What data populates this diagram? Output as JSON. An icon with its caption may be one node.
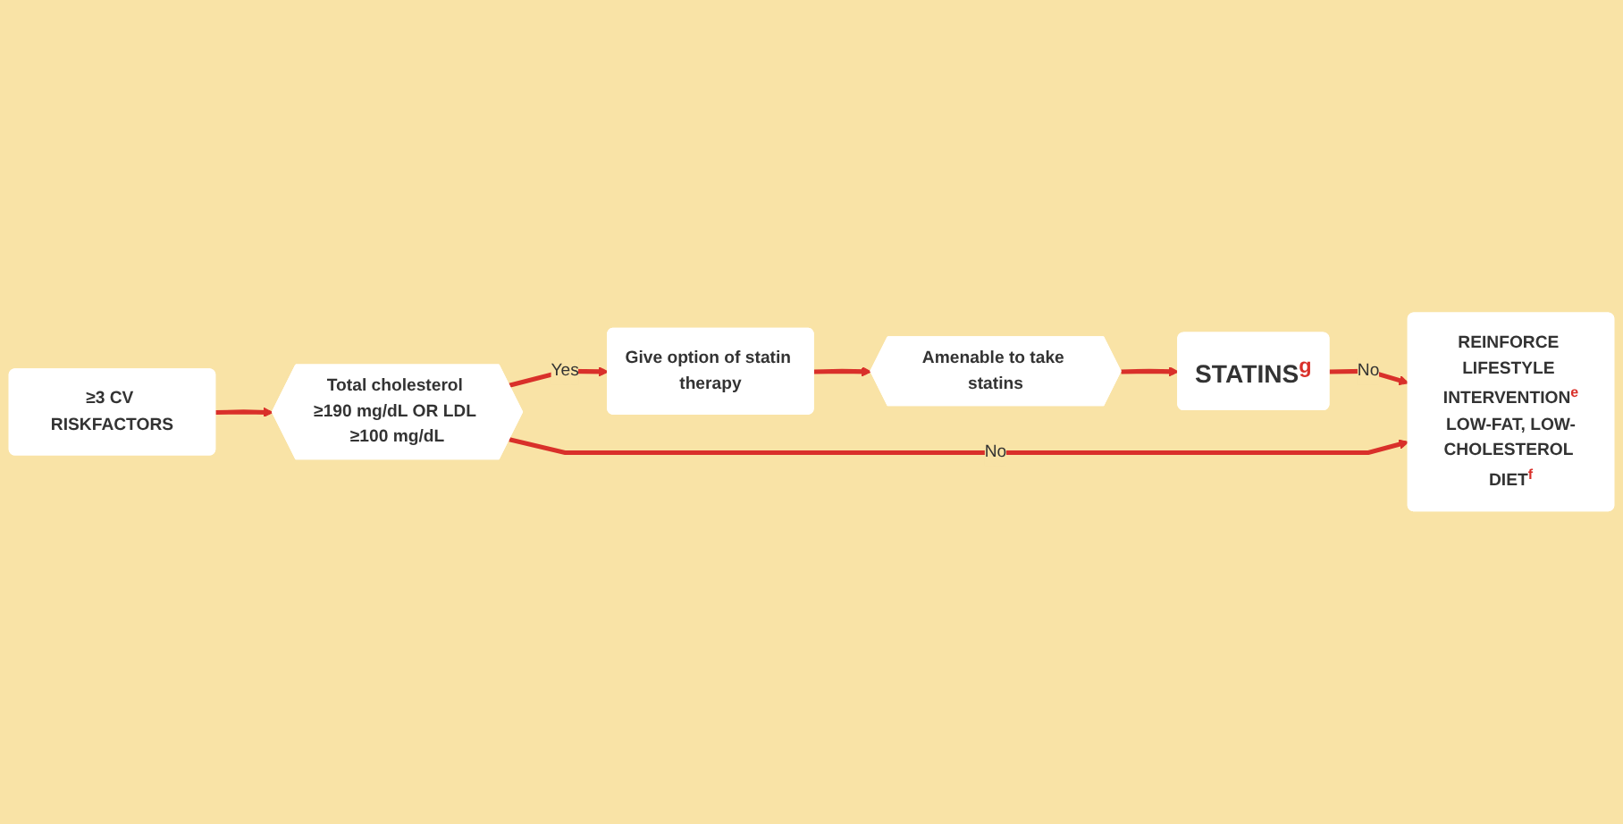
{
  "diagram": {
    "nodes": [
      {
        "text": [
          "≥3 CV RISKFACTORS"
        ]
      },
      {
        "text": [
          "Total cholesterol ≥190 mg/dL OR LDL ≥100 mg/dL"
        ]
      },
      {
        "text": [
          "Give option of statin therapy"
        ]
      },
      {
        "text": [
          "Amenable to take statins"
        ]
      },
      {
        "text": [
          "STATINS$^{g}$"
        ]
      },
      {
        "text": [
          "REINFORCE LIFESTYLE INTERVENTION$^{e}$",
          "LOW-FAT, LOW-CHOLESTEROL DIET$^{f}$"
        ]
      }
    ],
    "edges": [
      {
        "from": 0,
        "to": 1,
        "arrow": "to"
      },
      {
        "from": 1,
        "to": 2,
        "arrow": "to",
        "label": "Yes"
      },
      {
        "from": 2,
        "to": 3,
        "arrow": "to"
      },
      {
        "from": 3,
        "to": 4,
        "arrow": "to"
      },
      {
        "from": 4,
        "to": 5,
        "arrow": "to",
        "label": "No"
      },
      {
        "from": 1,
        "to": 5,
        "arrow": "to",
        "label": "No"
      }
    ]
  }
}
